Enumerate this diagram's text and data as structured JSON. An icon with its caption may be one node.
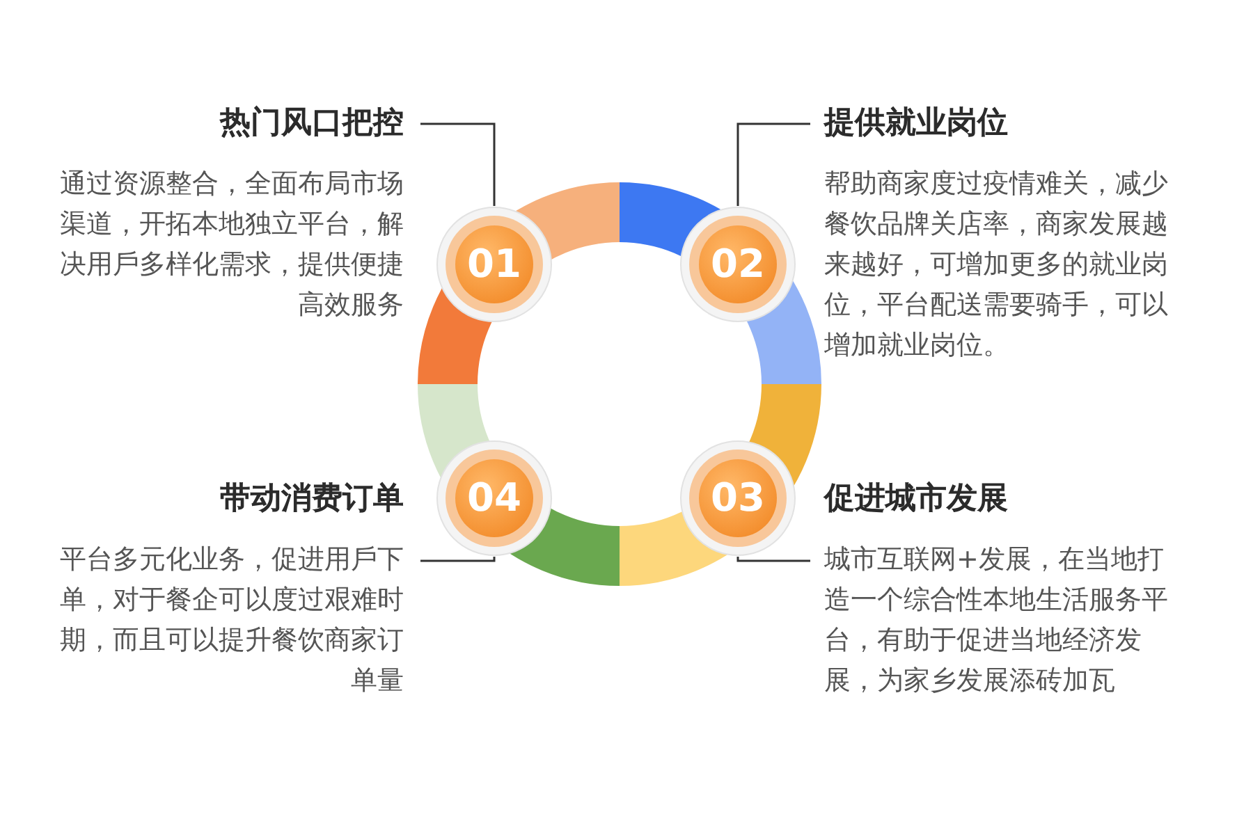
{
  "diagram": {
    "nodes": [
      {
        "text": [
          "热门风口把控",
          "通过资源整合，全面布局市场渠道，开拓本地独立平台，解决用戶多样化需求，提供便捷高效服务"
        ]
      },
      {
        "text": [
          "01"
        ]
      },
      {
        "text": [
          "02"
        ]
      },
      {
        "text": [
          "提供就业岗位",
          "帮助商家度过疫情难关，减少餐饮品牌关店率，商家发展越来越好，可增加更多的就业岗位，平台配送需要骑手，可以增加就业岗位。"
        ]
      },
      {
        "text": [
          "带动消费订单",
          "平台多元化业务，促进用戶下单，对于餐企可以度过艰难时期，而且可以提升餐饮商家订单量"
        ]
      },
      {
        "text": [
          "04"
        ]
      },
      {
        "text": [
          "03"
        ]
      },
      {
        "text": [
          "促进城市发展",
          "城市互联网+发展，在当地打造一个综合性本地生活服务平台，有助于促进当地经济发展，为家乡发展添砖加瓦"
        ]
      }
    ],
    "edges": [
      {
        "from": 0,
        "to": 1,
        "arrow": "none"
      },
      {
        "from": 3,
        "to": 2,
        "arrow": "none"
      },
      {
        "from": 4,
        "to": 5,
        "arrow": "none"
      },
      {
        "from": 7,
        "to": 6,
        "arrow": "none"
      }
    ]
  }
}
